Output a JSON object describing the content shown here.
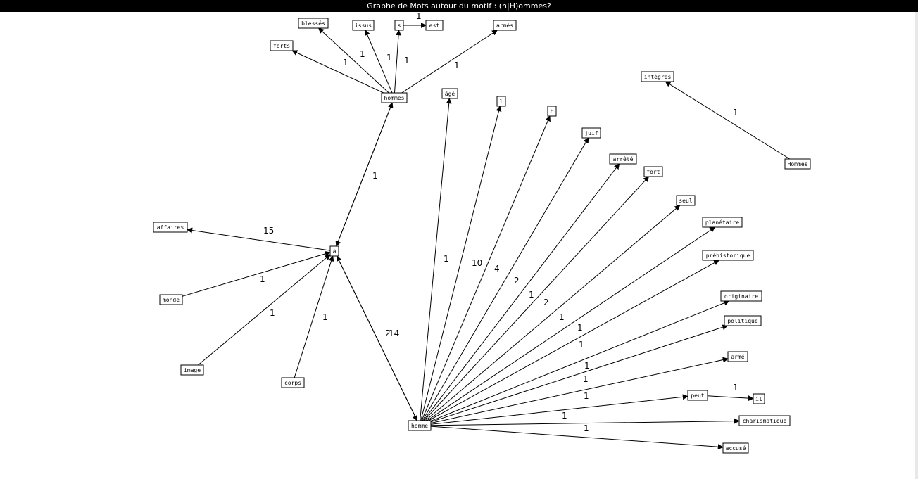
{
  "window": {
    "title": "Graphe de Mots autour du motif : (h|H)ommes?"
  },
  "graph": {
    "nodes": [
      {
        "id": "hommes",
        "label": "hommes"
      },
      {
        "id": "blesses",
        "label": "blessés"
      },
      {
        "id": "issus",
        "label": "issus"
      },
      {
        "id": "s",
        "label": "s"
      },
      {
        "id": "est",
        "label": "est"
      },
      {
        "id": "armes",
        "label": "armés"
      },
      {
        "id": "forts",
        "label": "forts"
      },
      {
        "id": "integres",
        "label": "intègres"
      },
      {
        "id": "Hommes",
        "label": "Hommes"
      },
      {
        "id": "a",
        "label": "à"
      },
      {
        "id": "affaires",
        "label": "affaires"
      },
      {
        "id": "monde",
        "label": "monde"
      },
      {
        "id": "image",
        "label": "image"
      },
      {
        "id": "corps",
        "label": "corps"
      },
      {
        "id": "homme",
        "label": "homme"
      },
      {
        "id": "age",
        "label": "âgé"
      },
      {
        "id": "l",
        "label": "l"
      },
      {
        "id": "h",
        "label": "h"
      },
      {
        "id": "juif",
        "label": "juif"
      },
      {
        "id": "arrete",
        "label": "arrêté"
      },
      {
        "id": "fort",
        "label": "fort"
      },
      {
        "id": "seul",
        "label": "seul"
      },
      {
        "id": "planetaire",
        "label": "planétaire"
      },
      {
        "id": "prehistorique",
        "label": "préhistorique"
      },
      {
        "id": "originaire",
        "label": "originaire"
      },
      {
        "id": "politique",
        "label": "politique"
      },
      {
        "id": "arme",
        "label": "armé"
      },
      {
        "id": "peut",
        "label": "peut"
      },
      {
        "id": "il",
        "label": "il"
      },
      {
        "id": "charismatique",
        "label": "charismatique"
      },
      {
        "id": "accuse",
        "label": "accusé"
      }
    ],
    "edges": [
      {
        "from": "hommes",
        "to": "blesses",
        "label": "1"
      },
      {
        "from": "hommes",
        "to": "issus",
        "label": "1"
      },
      {
        "from": "hommes",
        "to": "s",
        "label": "1"
      },
      {
        "from": "s",
        "to": "est",
        "label": "1"
      },
      {
        "from": "hommes",
        "to": "armes",
        "label": "1"
      },
      {
        "from": "hommes",
        "to": "forts",
        "label": "1"
      },
      {
        "from": "Hommes",
        "to": "integres",
        "label": "1"
      },
      {
        "from": "a",
        "to": "hommes",
        "label": "1"
      },
      {
        "from": "hommes",
        "to": "a",
        "label": ""
      },
      {
        "from": "a",
        "to": "affaires",
        "label": "15"
      },
      {
        "from": "monde",
        "to": "a",
        "label": "1"
      },
      {
        "from": "image",
        "to": "a",
        "label": "1"
      },
      {
        "from": "corps",
        "to": "a",
        "label": "1"
      },
      {
        "from": "a",
        "to": "homme",
        "label": "14"
      },
      {
        "from": "homme",
        "to": "a",
        "label": "2"
      },
      {
        "from": "homme",
        "to": "age",
        "label": "1"
      },
      {
        "from": "homme",
        "to": "l",
        "label": "10"
      },
      {
        "from": "homme",
        "to": "h",
        "label": "4"
      },
      {
        "from": "homme",
        "to": "juif",
        "label": "2"
      },
      {
        "from": "homme",
        "to": "arrete",
        "label": "1"
      },
      {
        "from": "homme",
        "to": "fort",
        "label": "2"
      },
      {
        "from": "homme",
        "to": "seul",
        "label": "1"
      },
      {
        "from": "homme",
        "to": "planetaire",
        "label": "1"
      },
      {
        "from": "homme",
        "to": "prehistorique",
        "label": "1"
      },
      {
        "from": "homme",
        "to": "originaire",
        "label": "1"
      },
      {
        "from": "homme",
        "to": "politique",
        "label": "1"
      },
      {
        "from": "homme",
        "to": "arme",
        "label": "1"
      },
      {
        "from": "homme",
        "to": "peut",
        "label": "1"
      },
      {
        "from": "peut",
        "to": "il",
        "label": "1"
      },
      {
        "from": "homme",
        "to": "charismatique",
        "label": "1"
      },
      {
        "from": "homme",
        "to": "accuse",
        "label": "1 1"
      }
    ]
  }
}
